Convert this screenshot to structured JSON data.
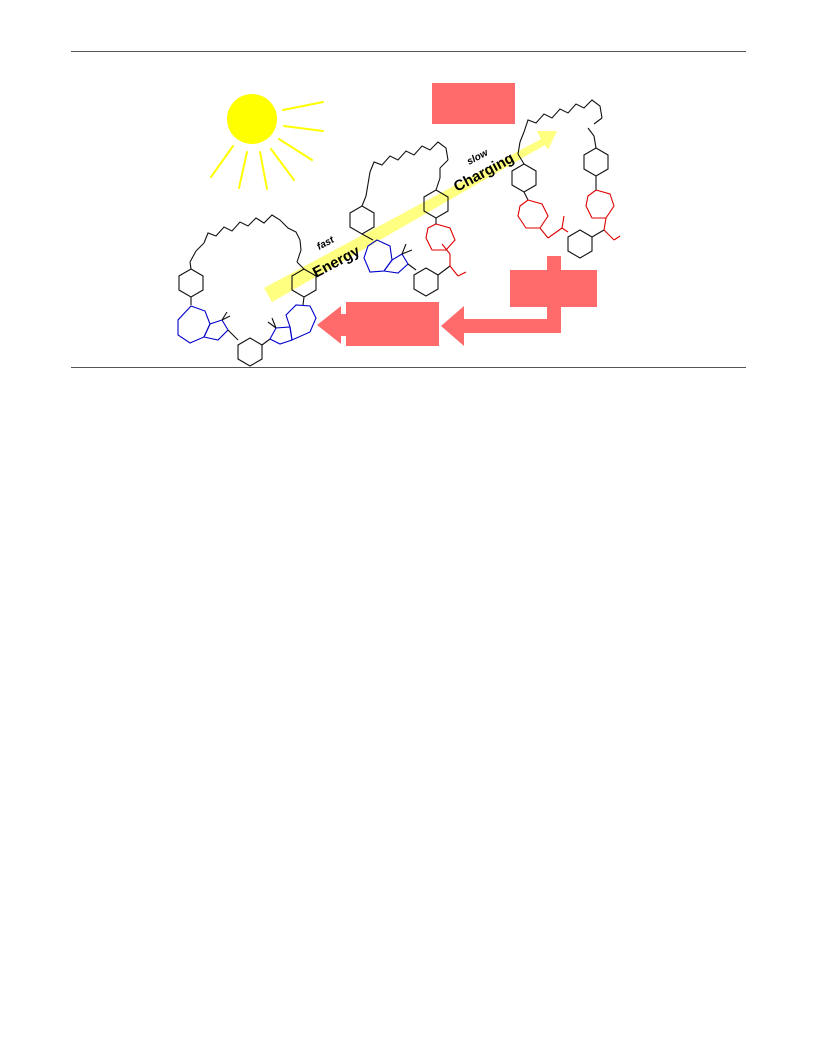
{
  "labels": {
    "fast": "fast",
    "slow": "slow",
    "energy": "Energy",
    "charging": "Charging"
  },
  "colors": {
    "sun": "#ffff00",
    "band": "#ffff80",
    "pad": "#ff6b6b",
    "blue_unit": "#0000cc",
    "red_unit": "#e00000",
    "black_unit": "#111111"
  }
}
